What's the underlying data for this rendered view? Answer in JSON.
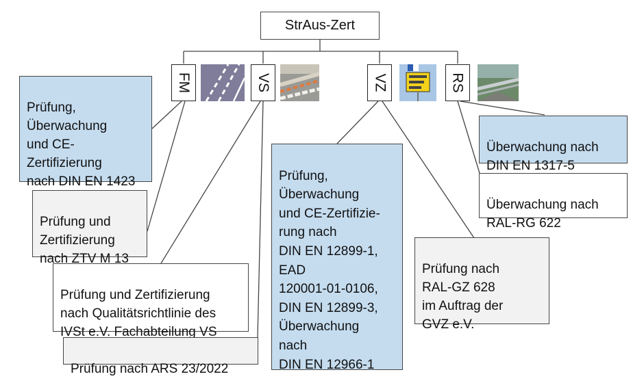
{
  "root": {
    "label": "StrAus-Zert"
  },
  "categories": [
    {
      "code": "FM",
      "thumb_icon": "road-markings-photo-icon"
    },
    {
      "code": "VS",
      "thumb_icon": "traffic-barrier-photo-icon"
    },
    {
      "code": "VZ",
      "thumb_icon": "road-sign-photo-icon"
    },
    {
      "code": "RS",
      "thumb_icon": "guardrail-photo-icon"
    }
  ],
  "boxes": {
    "fm_ce": "Prüfung,\nÜberwachung\nund CE-\nZertifizierung\nnach DIN EN 1423",
    "fm_ztv": "Prüfung  und\nZertifizierung\nnach ZTV M 13",
    "vs_ivst": "Prüfung  und Zertifizierung\nnach Qualitätsrichtlinie des\nIVSt e.V. Fachabteilung VS",
    "vs_ars": "Prüfung nach ARS 23/2022",
    "vz_ce": "Prüfung,\nÜberwachung\nund CE-Zertifizie-\nrung nach\nDIN EN 12899-1,\nEAD\n120001-01-0106,\nDIN EN 12899-3,\nÜberwachung\nnach\nDIN EN 12966-1",
    "vz_ral": "Prüfung nach\nRAL-GZ 628\nim Auftrag der\nGVZ e.V.",
    "rs_din": "Überwachung nach\nDIN EN 1317-5",
    "rs_ral": "Überwachung nach\nRAL-RG 622"
  },
  "colors": {
    "blue_fill": "#c5dcef",
    "gray_fill": "#f2f2f2",
    "line": "#444444"
  }
}
